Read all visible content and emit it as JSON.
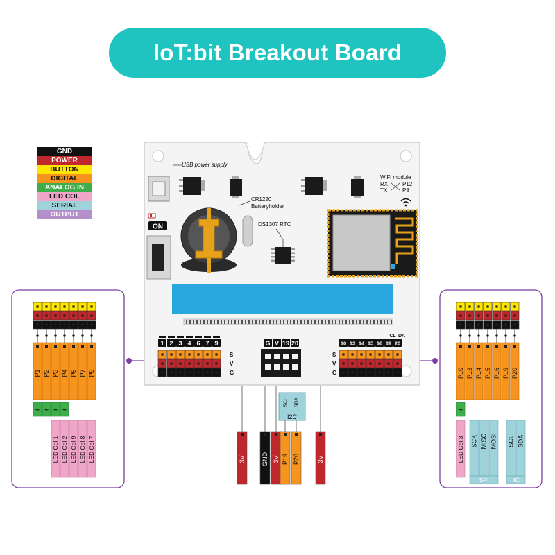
{
  "title": "IoT:bit Breakout Board",
  "colors": {
    "accent": "#1fc3bf",
    "gnd": "#111111",
    "power": "#c0272d",
    "button": "#ffe600",
    "digital": "#f7941d",
    "analog_in": "#3dae49",
    "led_col": "#f0a6c9",
    "serial": "#9fd3dc",
    "output": "#b48fc9",
    "frame": "#7b3fa0",
    "blue_slot": "#29a8e0"
  },
  "legend": [
    {
      "label": "GND",
      "color": "#111111",
      "text_color": "#ffffff"
    },
    {
      "label": "POWER",
      "color": "#c0272d",
      "text_color": "#ffffff"
    },
    {
      "label": "BUTTON",
      "color": "#ffe600",
      "text_color": "#111111"
    },
    {
      "label": "DIGITAL",
      "color": "#f7941d",
      "text_color": "#111111"
    },
    {
      "label": "ANALOG IN",
      "color": "#3dae49",
      "text_color": "#ffffff"
    },
    {
      "label": "LED COL",
      "color": "#f0a6c9",
      "text_color": "#111111"
    },
    {
      "label": "SERIAL",
      "color": "#9fd3dc",
      "text_color": "#111111"
    },
    {
      "label": "OUTPUT",
      "color": "#b48fc9",
      "text_color": "#ffffff"
    }
  ],
  "board": {
    "usb_label": "USB power supply",
    "battery_label": "CR1220\nBatteryholder",
    "rtc_label": "DS1307 RTC",
    "wifi_label": "WiFi module",
    "wifi_rx": "RX",
    "wifi_tx": "TX",
    "wifi_p12": "P12",
    "wifi_p8": "P8",
    "on_label": "ON",
    "row_labels": [
      "S",
      "V",
      "G"
    ],
    "left_header_numbers": [
      "1",
      "2",
      "3",
      "4",
      "6",
      "7",
      "9"
    ],
    "mid_header_labels": [
      "G",
      "V",
      "19",
      "20"
    ],
    "right_header_numbers": [
      "10",
      "13",
      "14",
      "15",
      "16",
      "19",
      "20"
    ],
    "right_header_top": [
      "CL",
      "DA"
    ],
    "i2c_pins": [
      "SCL",
      "SDA"
    ],
    "i2c_label": "I2C"
  },
  "bottom_pins": [
    {
      "label": "3V",
      "color": "#c0272d",
      "text_color": "#ffffff"
    },
    {
      "label": "GND",
      "color": "#111111",
      "text_color": "#ffffff"
    },
    {
      "label": "3V",
      "color": "#c0272d",
      "text_color": "#ffffff"
    },
    {
      "label": "P19",
      "color": "#f7941d",
      "text_color": "#111111"
    },
    {
      "label": "P20",
      "color": "#f7941d",
      "text_color": "#111111"
    },
    {
      "label": "3V",
      "color": "#c0272d",
      "text_color": "#ffffff"
    }
  ],
  "left_panel": {
    "digital": [
      "P1",
      "P2",
      "P3",
      "P4",
      "P6",
      "P7",
      "P9"
    ],
    "analog_marks": [
      "~",
      "~",
      "~",
      "~"
    ],
    "led_cols": [
      "LED Col 1",
      "LED Col 2",
      "LED Col 9",
      "LED Col 8",
      "LED Col 7"
    ]
  },
  "right_panel": {
    "digital": [
      "P10",
      "P13",
      "P14",
      "P15",
      "P16",
      "P19",
      "P20"
    ],
    "analog_marks": [
      "~"
    ],
    "led_col": "LED Col 3",
    "spi_pins": [
      "SCK",
      "MISO",
      "MOSI"
    ],
    "spi_label": "SPI",
    "iic_pins": [
      "SCL",
      "SDA"
    ],
    "iic_label": "IIC"
  }
}
